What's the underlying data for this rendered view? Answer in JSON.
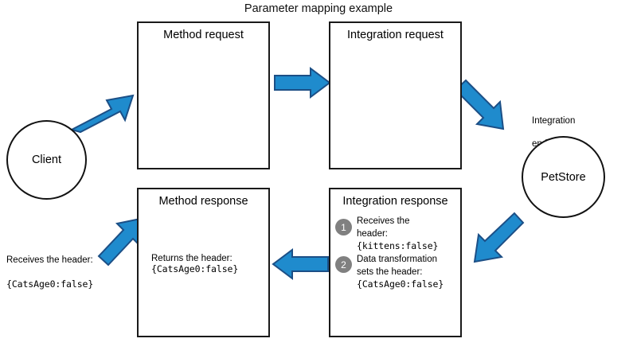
{
  "diagram": {
    "title": "Parameter mapping example",
    "colors": {
      "arrow_fill": "#1f8bcd",
      "arrow_stroke": "#1c4f86",
      "box_stroke": "#1a1a1a",
      "step_badge": "#808080",
      "background": "#ffffff"
    }
  },
  "client": {
    "label": "Client",
    "caption_line1": "Receives the header:",
    "caption_line2": "{CatsAge0:false}"
  },
  "endpoint": {
    "label_line1": "Integration",
    "label_line2": "endpoint",
    "circle_label": "PetStore"
  },
  "boxes": {
    "method_request": {
      "title": "Method request"
    },
    "integration_request": {
      "title": "Integration request"
    },
    "method_response": {
      "title": "Method response",
      "body_line1": "Returns the header:",
      "body_line2": "{CatsAge0:false}"
    },
    "integration_response": {
      "title": "Integration response",
      "steps": [
        {
          "number": "1",
          "line1": "Receives the header:",
          "line2": "{kittens:false}"
        },
        {
          "number": "2",
          "line1": "Data transformation",
          "line2": "sets the header:",
          "line3": "{CatsAge0:false}"
        }
      ]
    }
  },
  "arrows": [
    {
      "name": "client-to-method-request",
      "direction": "up-right"
    },
    {
      "name": "method-request-to-integration-request",
      "direction": "right"
    },
    {
      "name": "integration-request-to-endpoint",
      "direction": "down-right"
    },
    {
      "name": "endpoint-to-integration-response",
      "direction": "down-left"
    },
    {
      "name": "integration-response-to-method-response",
      "direction": "left"
    },
    {
      "name": "method-response-to-client",
      "direction": "up-left"
    }
  ]
}
